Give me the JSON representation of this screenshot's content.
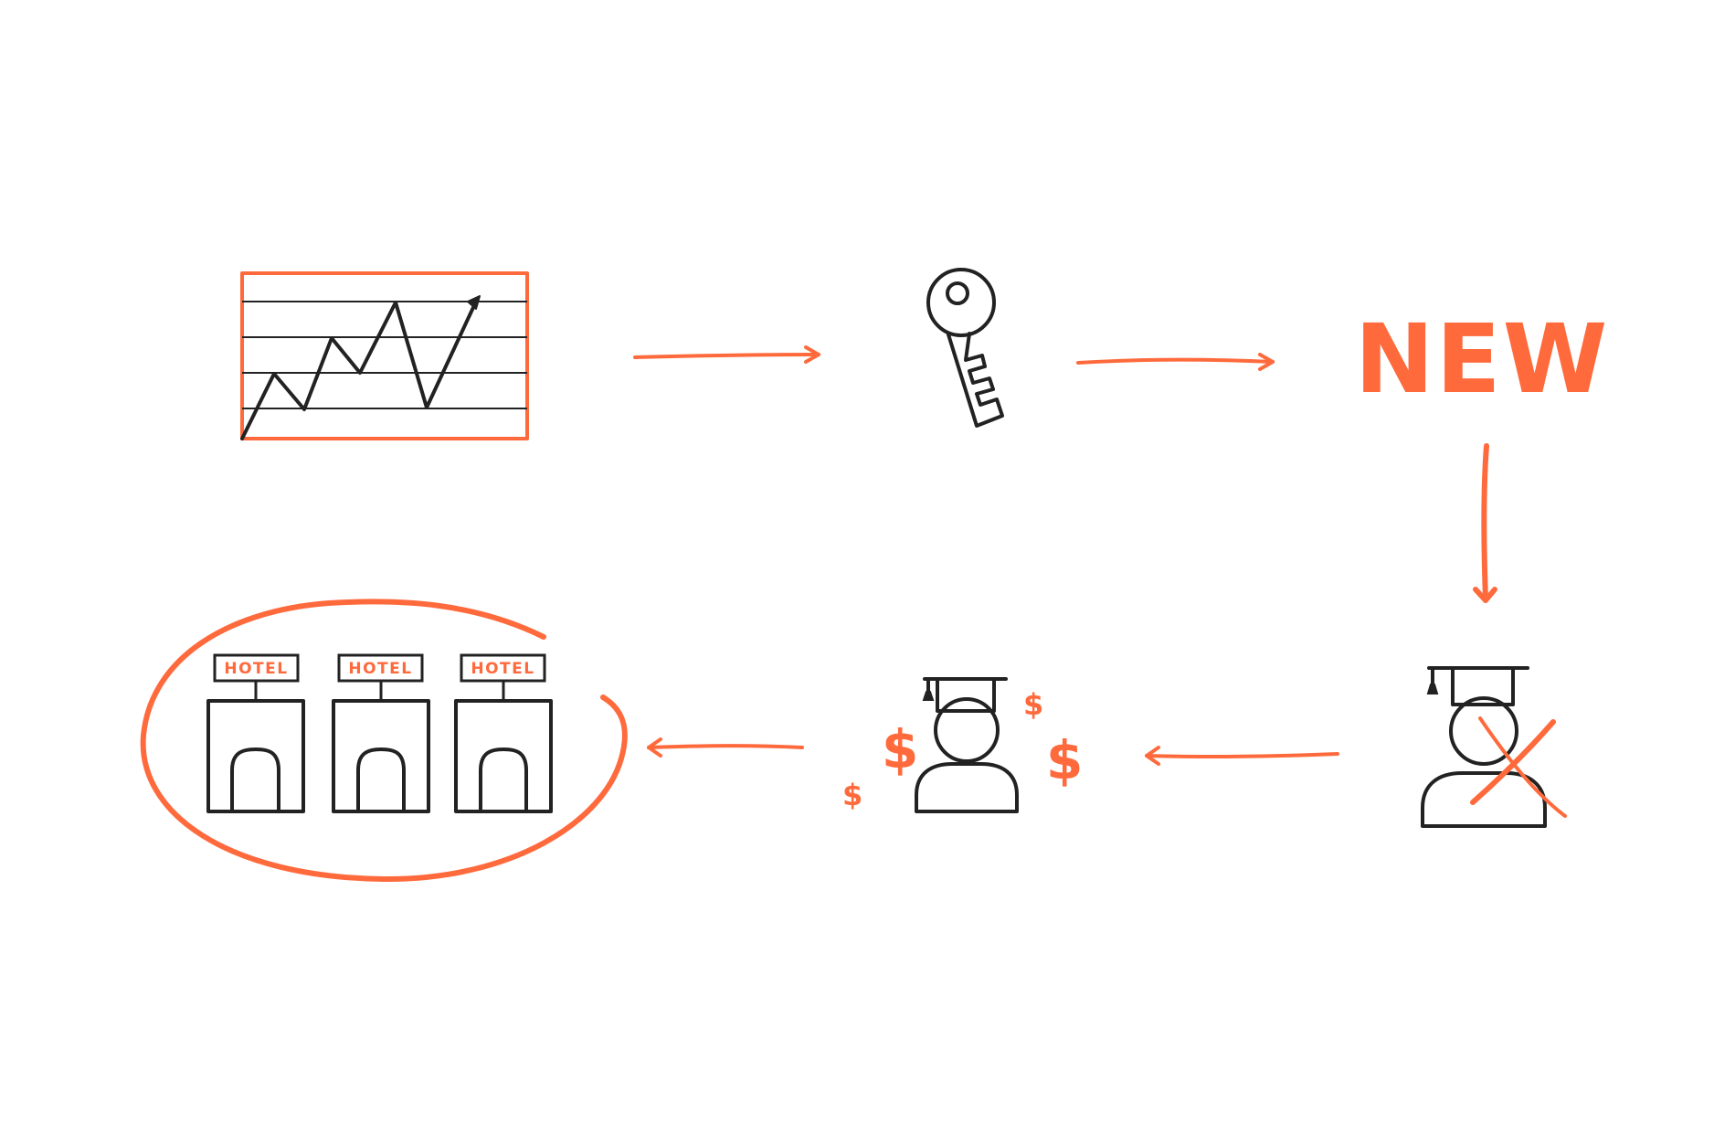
{
  "colors": {
    "accent": "#ff6a3d",
    "ink": "#222222",
    "background": "#ffffff"
  },
  "new_label": "NEW",
  "hotels": [
    {
      "sign": "HOTEL"
    },
    {
      "sign": "HOTEL"
    },
    {
      "sign": "HOTEL"
    }
  ],
  "currency": {
    "symbol_1": "$",
    "symbol_2": "$",
    "symbol_3": "$",
    "symbol_4": "$"
  },
  "icons": {
    "chart": "rising-line-chart-icon",
    "key": "key-icon",
    "graduate_crossed": "graduate-crossed-out-icon",
    "graduate_money": "graduate-with-money-icon",
    "hotels": "hotel-buildings-icon"
  }
}
